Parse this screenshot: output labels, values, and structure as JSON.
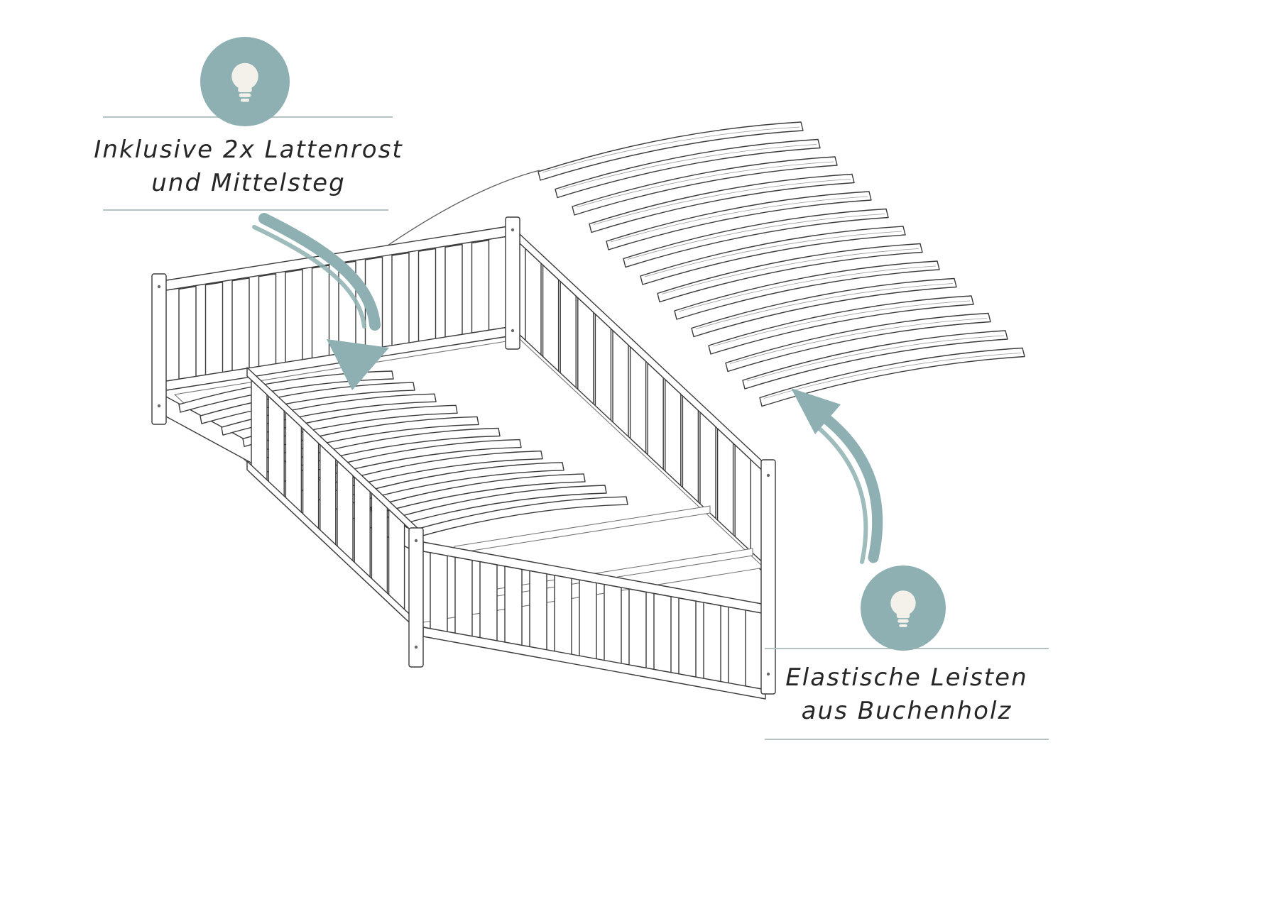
{
  "page": {
    "background": "#ffffff"
  },
  "colors": {
    "accent": "#8eb0b2",
    "rule": "#b6c3c4",
    "ink": "#3a3a3a",
    "text": "#262626",
    "bulb": "#f4f1ea"
  },
  "callouts": {
    "top_left": {
      "icon": "lightbulb-icon",
      "line1": "Inklusive 2x Lattenrost",
      "line2": "und Mittelsteg"
    },
    "bottom_right": {
      "icon": "lightbulb-icon",
      "line1": "Elastische Leisten",
      "line2": "aus Buchenholz"
    }
  }
}
